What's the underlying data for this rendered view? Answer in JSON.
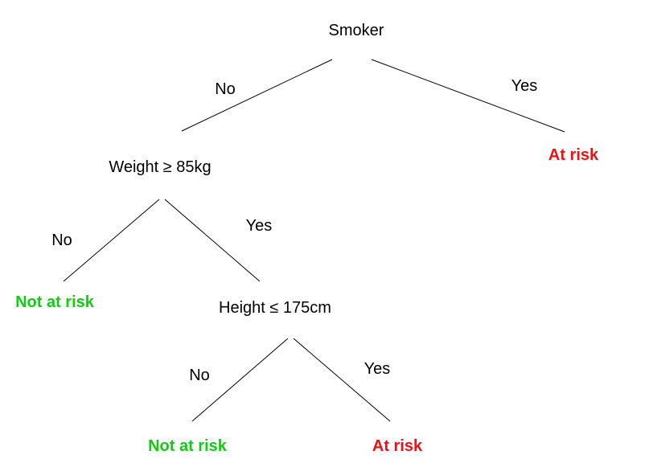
{
  "colors": {
    "positive": "#ee1111",
    "negative": "#11cc11",
    "text": "#000000",
    "line": "#000000"
  },
  "nodes": {
    "smoker": "Smoker",
    "weight": "Weight ≥ 85kg",
    "height": "Height ≤ 175cm"
  },
  "edges": {
    "smoker_no": "No",
    "smoker_yes": "Yes",
    "weight_no": "No",
    "weight_yes": "Yes",
    "height_no": "No",
    "height_yes": "Yes"
  },
  "leaves": {
    "smoker_yes": {
      "label": "At risk",
      "kind": "positive"
    },
    "weight_no": {
      "label": "Not at risk",
      "kind": "negative"
    },
    "height_no": {
      "label": "Not at risk",
      "kind": "negative"
    },
    "height_yes": {
      "label": "At risk",
      "kind": "positive"
    }
  }
}
